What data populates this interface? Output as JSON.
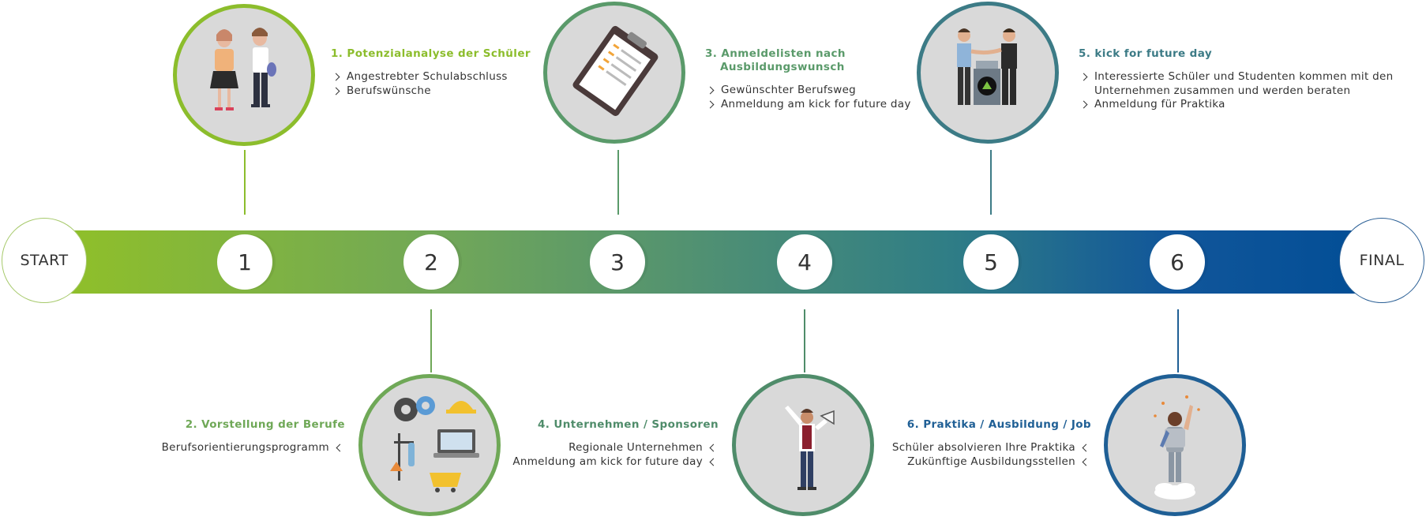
{
  "colors": {
    "step1": "#8cbd2c",
    "step2": "#6fa857",
    "step3": "#5a9a6a",
    "step4": "#4f8c6a",
    "step5": "#3c7b86",
    "step6": "#1f5f95",
    "start_border": "#a6c96a",
    "final_border": "#2a5f95"
  },
  "timeline": {
    "start_label": "START",
    "final_label": "FINAL",
    "numbers": [
      "1",
      "2",
      "3",
      "4",
      "5",
      "6"
    ]
  },
  "steps": [
    {
      "title": "1. Potenzialanalyse der Schüler",
      "items": [
        "Angestrebter Schulabschluss",
        "Berufswünsche"
      ],
      "icon": "students-icon"
    },
    {
      "title": "2. Vorstellung der Berufe",
      "items": [
        "Berufsorientierungsprogramm"
      ],
      "icon": "professions-icon"
    },
    {
      "title_lines": [
        "3. Anmeldelisten nach",
        "Ausbildungswunsch"
      ],
      "items": [
        "Gewünschter Berufsweg",
        "Anmeldung am kick for future day"
      ],
      "icon": "clipboard-icon"
    },
    {
      "title": "4. Unternehmen / Sponsoren",
      "items": [
        "Regionale Unternehmen",
        "Anmeldung am kick for future day"
      ],
      "icon": "megaphone-person-icon"
    },
    {
      "title": "5. kick for future day",
      "items": [
        "Interessierte Schüler und Studenten kommen mit den",
        "Unternehmen zusammen und werden beraten",
        "Anmeldung für Praktika"
      ],
      "icon": "handshake-icon"
    },
    {
      "title": "6. Praktika / Ausbildung / Job",
      "items": [
        "Schüler absolvieren Ihre Praktika",
        "Zukünftige Ausbildungsstellen"
      ],
      "icon": "jetpack-person-icon"
    }
  ]
}
